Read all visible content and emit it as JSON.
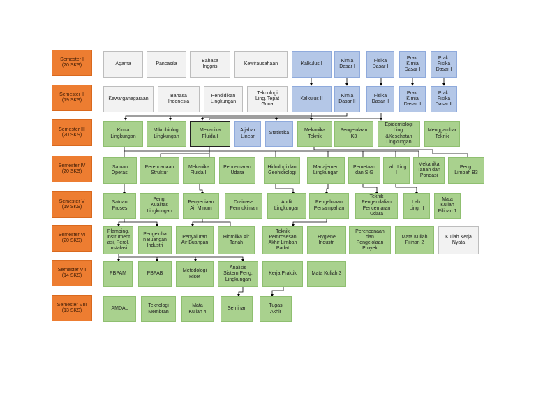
{
  "semesters": [
    {
      "id": "sem1",
      "label": "Semester I\n(20 SKS)"
    },
    {
      "id": "sem2",
      "label": "Semester II\n(19 SKS)"
    },
    {
      "id": "sem3",
      "label": "Semester III\n(20 SKS)"
    },
    {
      "id": "sem4",
      "label": "Semester IV\n(20 SKS)"
    },
    {
      "id": "sem5",
      "label": "Semester V\n(19 SKS)"
    },
    {
      "id": "sem6",
      "label": "Semester VI\n(20 SKS)"
    },
    {
      "id": "sem7",
      "label": "Semester VII\n(14 SKS)"
    },
    {
      "id": "sem8",
      "label": "Semester VIII\n(13 SKS)"
    }
  ],
  "courses": {
    "agama": "Agama",
    "pancasila": "Pancasila",
    "b_inggris": "Bahasa\nInggris",
    "kewirausahaan": "Kewirausahaan",
    "kalkulus1": "Kalkulus I",
    "kimia_dasar1": "Kimia\nDasar I",
    "fisika_dasar1": "Fisika\nDasar I",
    "prak_kimia1": "Prak.\nKimia\nDasar I",
    "prak_fisika1": "Prak.\nFisika\nDasar I",
    "kewarganegaraan": "Kewarganegaraan",
    "b_indonesia": "Bahasa\nIndonesia",
    "pend_lingk": "Pendidikan\nLingkungan",
    "tek_ling": "Teknologi\nLing. Tepat\nGuna",
    "kalkulus2": "Kalkulus II",
    "kimia_dasar2": "Kimia\nDasar II",
    "fisika_dasar2": "Fisika\nDasar II",
    "prak_kimia2": "Prak.\nKimia\nDasar II",
    "prak_fisika2": "Prak.\nFisika\nDasar II",
    "kimia_lingk": "Kimia\nLingkungan",
    "mikrobiologi": "Mikrobiologi\nLingkungan",
    "mekflu1": "Mekanika\nFluida I",
    "aljabar": "Aljabar\nLinear",
    "statistika": "Statistika",
    "mek_teknik": "Mekanika\nTeknik",
    "pengelolaan_k3": "Pengelolaan\nK3",
    "epidemiologi": "Epidemiologi\nLing.\n&Kesehatan\nLingkungan",
    "menggambar": "Menggambar\nTeknik",
    "satuan_operasi": "Satuan\nOperasi",
    "perencanaan_struktur": "Perencanaan\nStruktur",
    "mekflu2": "Mekanika\nFluida II",
    "pencemaran_udara": "Pencemaran\nUdara",
    "hidrologi": "Hidrologi dan\nGeohidrologi",
    "manajemen_lingk": "Manajemen\nLingkungan",
    "pemetaan": "Pemetaan\ndan SIG",
    "lab_ling1": "Lab. Ling\nI",
    "mek_tanah": "Mekanika\nTanah dan\nPondasi",
    "peng_limbah_b3": "Peng.\nLimbah B3",
    "satuan_proses": "Satuan\nProses",
    "peng_kualitas": "Peng.\nKualitas\nLingkungan",
    "penyediaan_air": "Penyediaan\nAir Minum",
    "drainase": "Drainase\nPermukiman",
    "audit": "Audit\nLingkungan",
    "persampahan": "Pengelolaan\nPersampahan",
    "teknik_pengendalian": "Teknik\nPengendalian\nPencemaran\nUdara",
    "lab_ling2": "Lab.\nLing. II",
    "mk_pilihan1": "Mata\nKuliah\nPilihan 1",
    "plambing": "Plambing,\nInstrument\nasi, Perol.\nInstalasi",
    "pengelolaan_buangan": "Pengeloha\nn Buangan\nIndustri",
    "penyaluran_air": "Penyaluran\nAir Buangan",
    "hidrolika": "Hidrolika Air\nTanah",
    "pemrosesan_akhir": "Teknik\nPemrosesan\nAkhir Limbah\nPadat",
    "hygiene": "Hygiene\nIndustri",
    "perencanaan_proyek": "Perencanaan\ndan\nPengelolaan\nProyek",
    "mk_pilihan2": "Mata Kuliah\nPilihan 2",
    "kkn": "Kuliah Kerja\nNyata",
    "pbpam": "PBPAM",
    "pbpab": "PBPAB",
    "metodologi": "Metodologi\nRiset",
    "analisis_sistem": "Analisis\nSistem Peng.\nLingkungan",
    "kerja_praktik": "Kerja Praktik",
    "mk3": "Mata Kuliah 3",
    "amdal": "AMDAL",
    "tek_membran": "Teknologi\nMembran",
    "mk4": "Mata\nKuliah 4",
    "seminar": "Seminar",
    "tugas_akhir": "Tugas\nAkhir"
  },
  "colors": {
    "semester": "#ed7d31",
    "general": "#f2f2f2",
    "basic": "#b4c7e7",
    "core": "#a9d18e",
    "line": "#000000"
  }
}
